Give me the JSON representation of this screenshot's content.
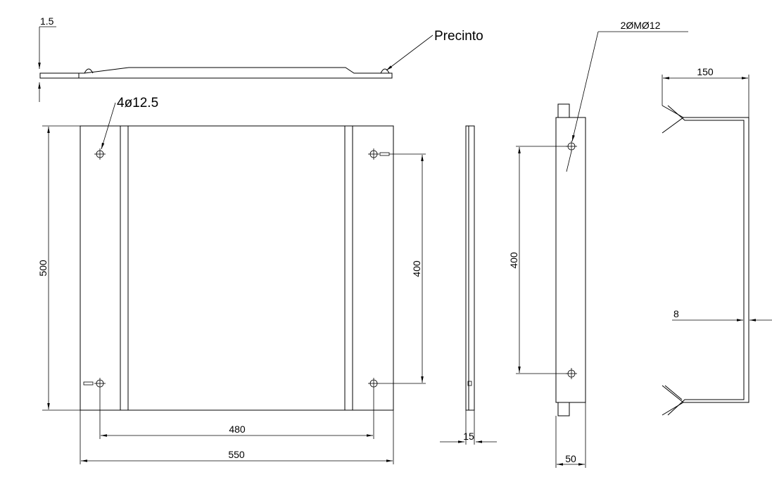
{
  "labels": {
    "top_thickness": "1.5",
    "strap": "Precinto",
    "holes": "4ø12.5",
    "height": "500",
    "hole_spacing_front": "400",
    "hole_spacing_width": "480",
    "width": "550",
    "side_thickness": "15",
    "bolts": "2ØMØ12",
    "hole_spacing_side": "400",
    "depth": "50",
    "strap_width": "150",
    "strap_thickness": "8"
  }
}
